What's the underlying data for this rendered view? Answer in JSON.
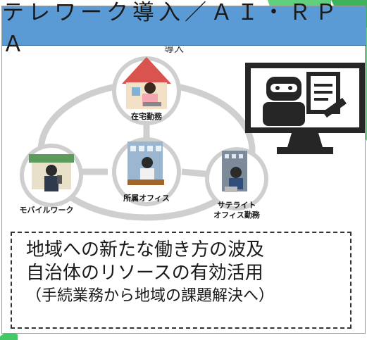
{
  "header": {
    "title": "テレワーク導入／ＡＩ・ＲＰＡ",
    "cut_text": "導入"
  },
  "diagram": {
    "nodes": [
      {
        "label": "在宅勤務"
      },
      {
        "label": "所属オフィス"
      },
      {
        "label": "モバイルワーク"
      },
      {
        "label": "サテライト"
      },
      {
        "label": "オフィス勤務"
      }
    ]
  },
  "callout": {
    "line1": "地域への新たな働き方の波及",
    "line2": "自治体のリソースの有効活用",
    "line3": "（手続業務から地域の課題解決へ）"
  },
  "colors": {
    "title_bg": "#5b9bd5",
    "accent_green": "#44c767",
    "monitor": "#262626"
  }
}
